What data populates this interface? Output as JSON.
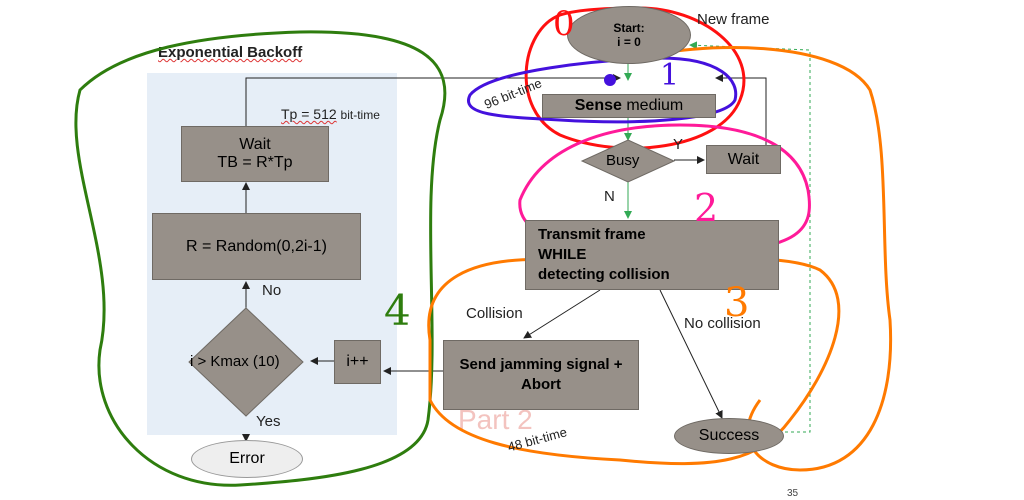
{
  "title": "Exponential Backoff",
  "left": {
    "tp_label": "Tp = 512",
    "tp_unit": "bit-time",
    "wait_line1": "Wait",
    "wait_line2": "TB = R*Tp",
    "random_label": "R = Random(0,2i-1)",
    "no_label": "No",
    "decision_label": "i > Kmax (10)",
    "yes_label": "Yes",
    "increment_label": "i++",
    "error_label": "Error"
  },
  "right": {
    "start_line1": "Start:",
    "start_line2": "i = 0",
    "new_frame_label": "New frame",
    "bit96_label": "96 bit-time",
    "sense_bold": "Sense",
    "sense_rest": " medium",
    "busy_label": "Busy",
    "y_label": "Y",
    "wait_label": "Wait",
    "n_label": "N",
    "transmit_line1": "Transmit frame",
    "transmit_line2": "WHILE",
    "transmit_line3": "detecting collision",
    "collision_label": "Collision",
    "no_collision_label": "No collision",
    "jam_line1": "Send jamming signal +",
    "jam_line2": "Abort",
    "bit48_label": "48 bit-time",
    "success_label": "Success",
    "watermark": "Part 2"
  },
  "annotations": [
    "0",
    "1",
    "2",
    "3",
    "4"
  ],
  "page_number": "35",
  "colors": {
    "panel": "#e6eef7",
    "box": "#979089",
    "arrow_green": "#33aa55",
    "ink_red": "#ff1010",
    "ink_blue": "#4411dd",
    "ink_magenta": "#ff1a99",
    "ink_orange": "#ff7a00",
    "ink_green": "#2e7d0e"
  }
}
